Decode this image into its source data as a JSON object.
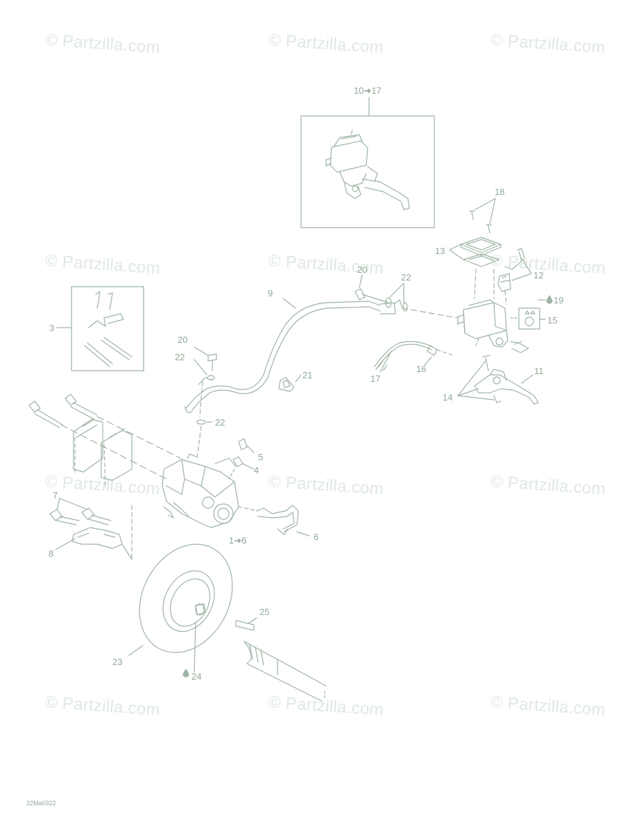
{
  "watermark": {
    "text": "© Partzilla.com",
    "color": "#dfe9e2"
  },
  "drawing_code": "22Ma0322",
  "line_color": "#9db3a3",
  "callouts": {
    "c10_17": "10➔17",
    "c18": "18",
    "c13": "13",
    "c12": "12",
    "c20_top": "20",
    "c22_top": "22",
    "c9": "9",
    "c19": "19",
    "c15": "15",
    "c3": "3",
    "c20_left": "20",
    "c22_left": "22",
    "c21": "21",
    "c17": "17",
    "c16": "16",
    "c11": "11",
    "c14": "14",
    "c22_mid": "22",
    "c5": "5",
    "c4": "4",
    "c7": "7",
    "c1_6": "1➔6",
    "c6": "6",
    "c8": "8",
    "c25": "25",
    "c23": "23",
    "c24": "24"
  }
}
